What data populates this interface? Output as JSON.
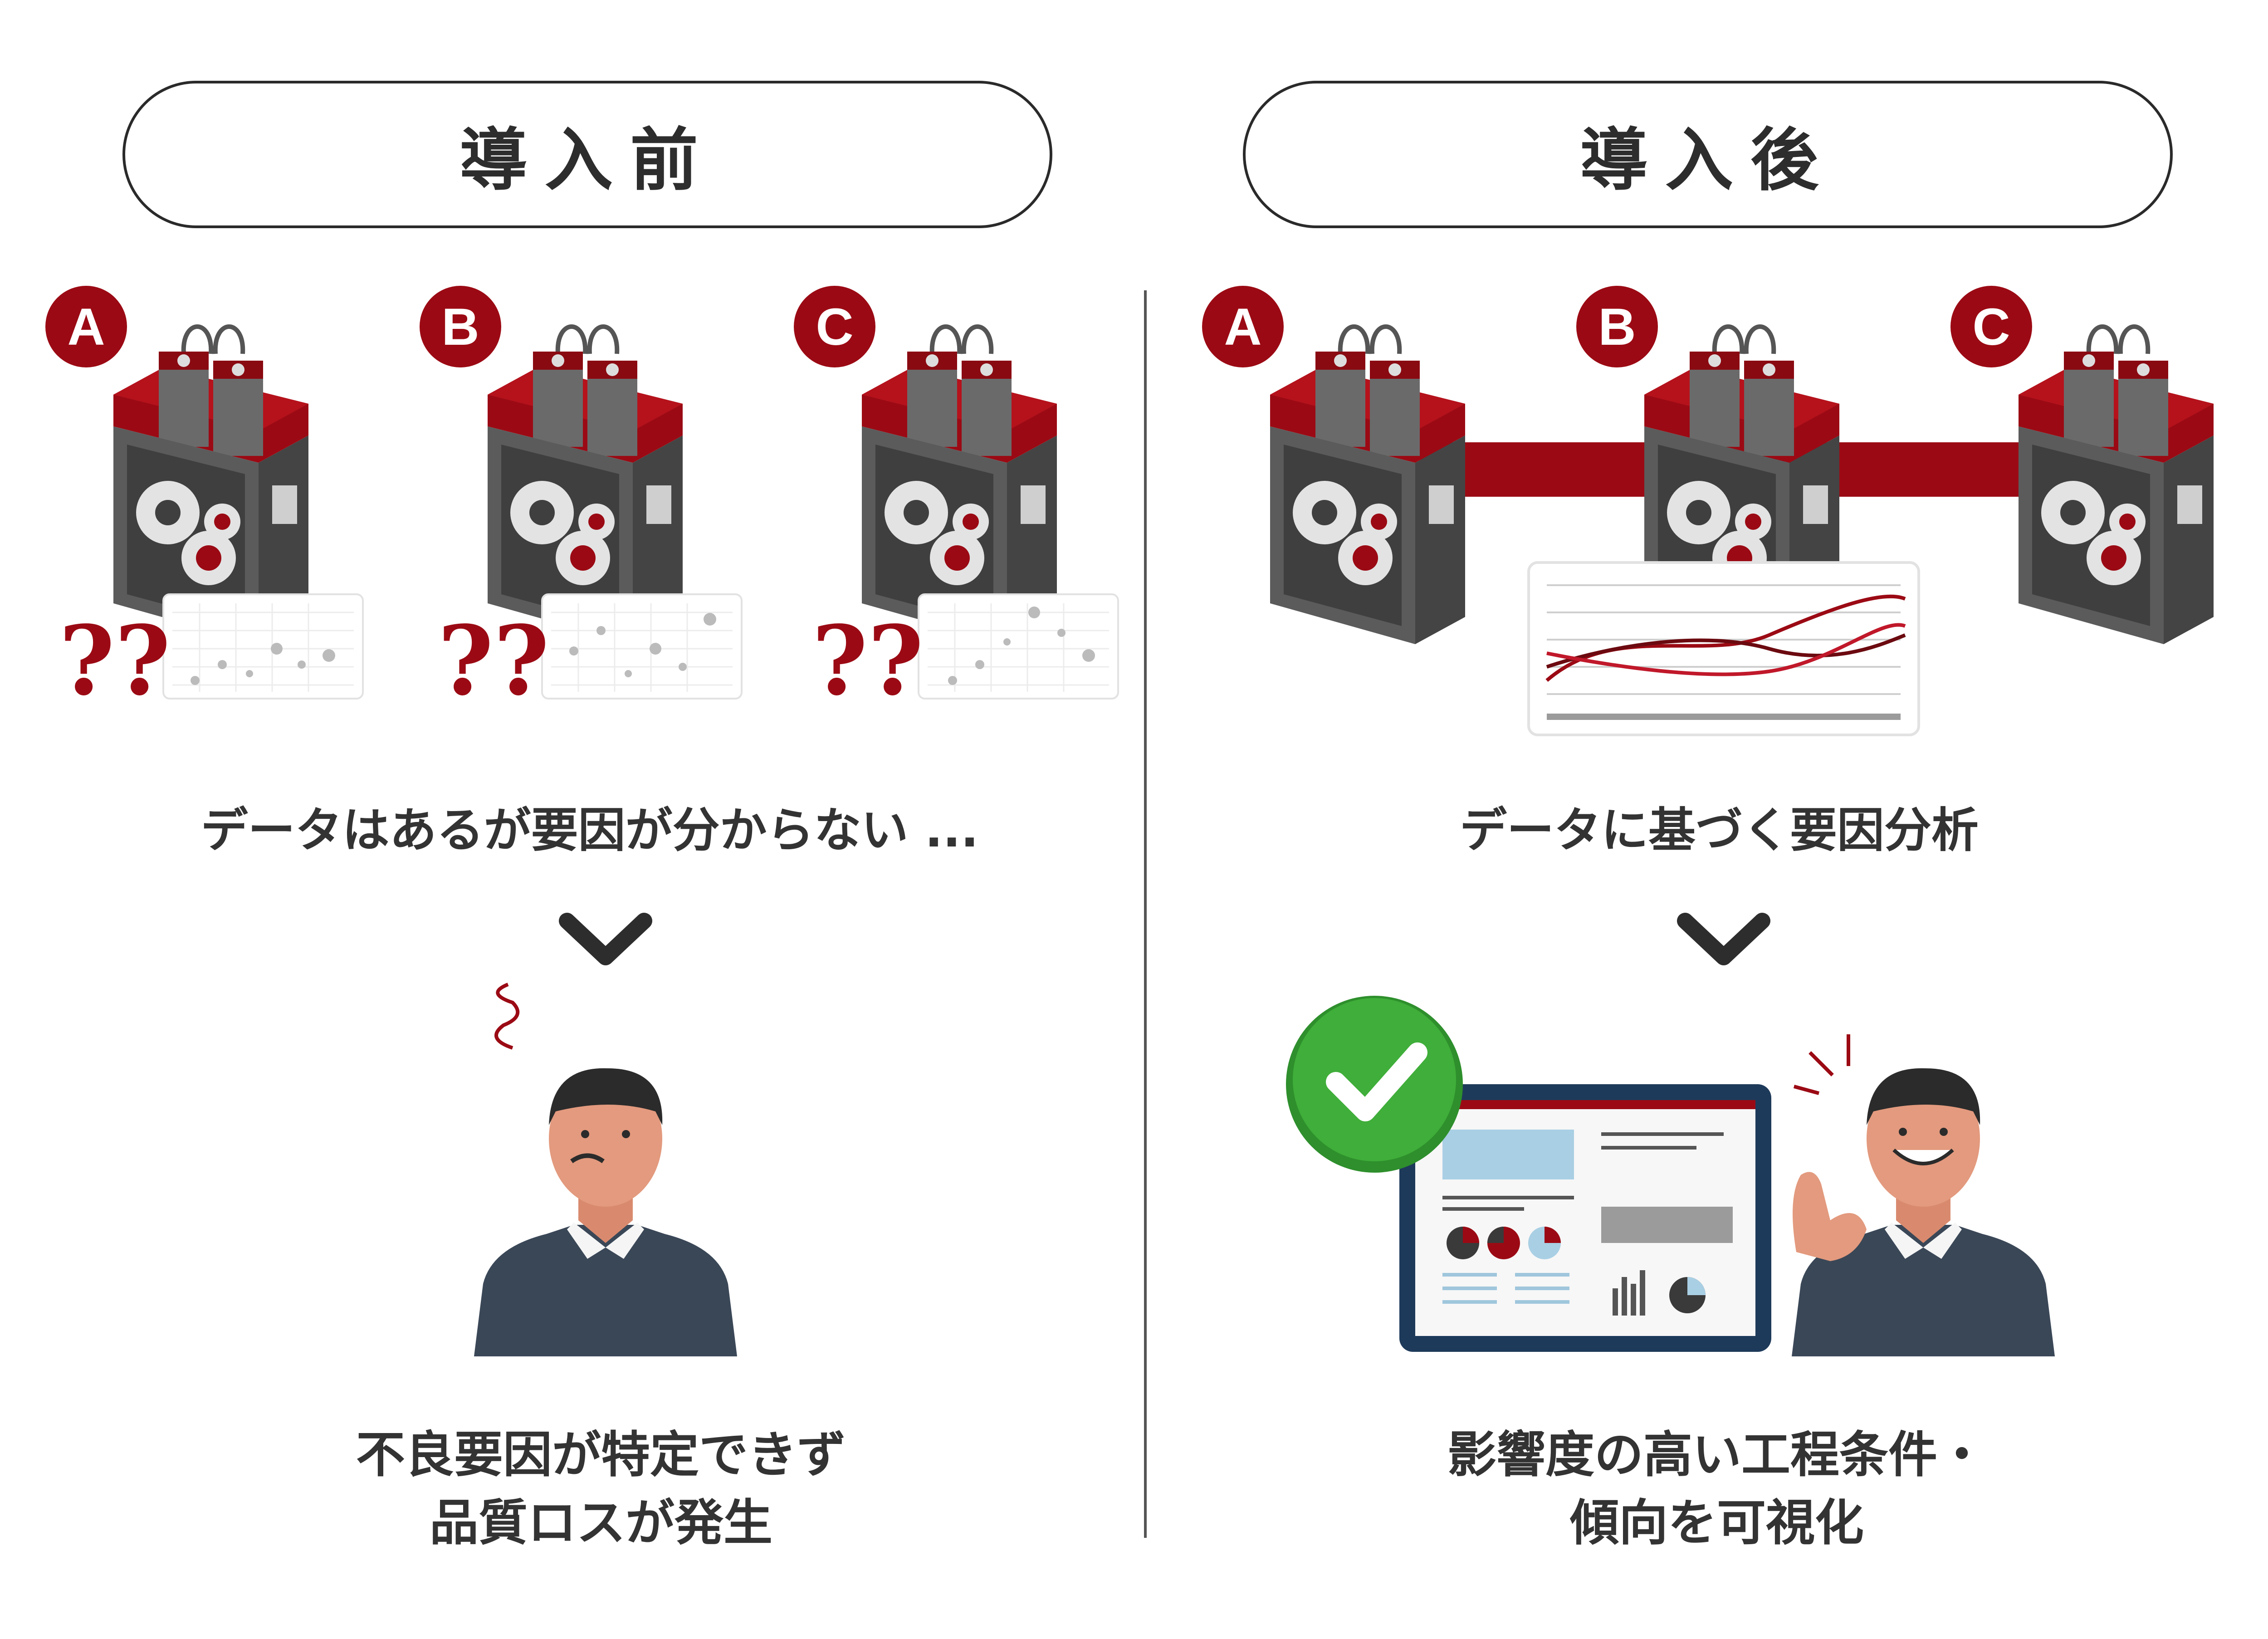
{
  "before": {
    "title": "導入前",
    "machines": [
      {
        "letter": "A"
      },
      {
        "letter": "B"
      },
      {
        "letter": "C"
      }
    ],
    "question_marks": "??",
    "caption": "データはあるが要因が分からない ...",
    "result_line1": "不良要因が特定できず",
    "result_line2": "品質ロスが発生"
  },
  "after": {
    "title": "導入後",
    "machines": [
      {
        "letter": "A"
      },
      {
        "letter": "B"
      },
      {
        "letter": "C"
      }
    ],
    "caption": "データに基づく要因分析",
    "result_line1": "影響度の高い工程条件・",
    "result_line2": "傾向を可視化"
  },
  "colors": {
    "accent": "#9b0a14",
    "machine_body": "#5b5b5b",
    "check_green": "#3fae3a",
    "tablet_frame": "#1e3a5a"
  }
}
